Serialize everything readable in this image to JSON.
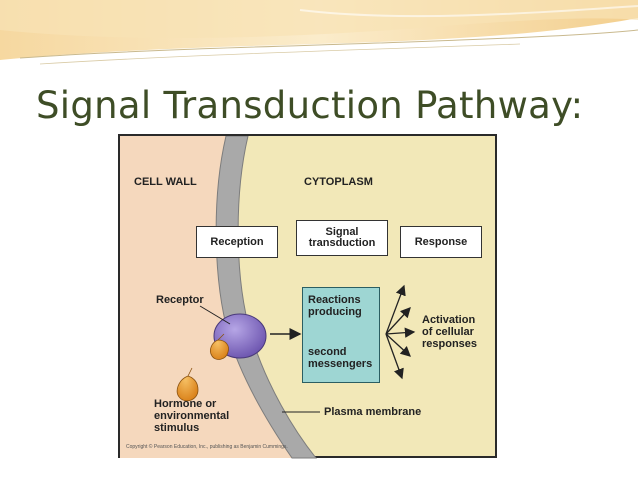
{
  "slide": {
    "title": "Signal Transduction Pathway:"
  },
  "diagram": {
    "regions": {
      "cell_wall": "CELL WALL",
      "cytoplasm": "CYTOPLASM"
    },
    "stages": {
      "reception": "Reception",
      "signal_transduction_1": "Signal",
      "signal_transduction_2": "transduction",
      "response": "Response"
    },
    "labels": {
      "receptor": "Receptor",
      "reactions_1": "Reactions",
      "reactions_2": "producing",
      "reactions_3": "second",
      "reactions_4": "messengers",
      "activation_1": "Activation",
      "activation_2": "of cellular",
      "activation_3": "responses",
      "hormone_1": "Hormone or",
      "hormone_2": "environmental",
      "hormone_3": "stimulus",
      "plasma_membrane": "Plasma membrane"
    },
    "copyright": "Copyright © Pearson Education, Inc., publishing as Benjamin Cummings."
  },
  "colors": {
    "cytoplasm": "#f2e8b8",
    "cell_wall": "#f5d8bd",
    "membrane": "#a9a9a9",
    "receptor": "#8a72c8",
    "hormone": "#e89a2e",
    "messenger_box": "#9ed6d3",
    "title": "#3e4d26"
  }
}
